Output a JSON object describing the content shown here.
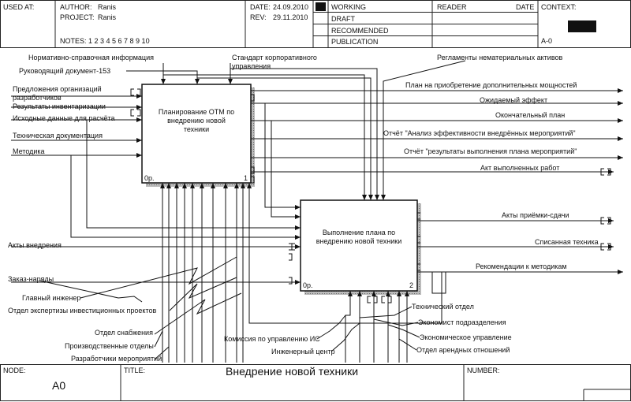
{
  "header": {
    "used_at": "USED AT:",
    "author_label": "AUTHOR:",
    "author": "Ranis",
    "project_label": "PROJECT:",
    "project": "Ranis",
    "notes": "NOTES:  1  2  3  4  5  6  7  8  9  10",
    "date_label": "DATE:",
    "date": "24.09.2010",
    "rev_label": "REV:",
    "rev": "29.11.2010",
    "status": [
      "WORKING",
      "DRAFT",
      "RECOMMENDED",
      "PUBLICATION"
    ],
    "reader": "READER",
    "reader_date": "DATE",
    "context": "CONTEXT:",
    "node_ref": "A-0"
  },
  "boxes": [
    {
      "title": "Планирование ОТМ по внедрению новой техники",
      "cost": "0р.",
      "number": "1"
    },
    {
      "title": "Выполнение плана по внедрению новой техники",
      "cost": "0р.",
      "number": "2"
    }
  ],
  "controls": {
    "normative": "Нормативно-справочная информация",
    "guideline": "Руководящий документ-153",
    "standard": "Стандарт корпоративного управления",
    "regulations": "Регламенты нематериальных активов"
  },
  "inputs": {
    "proposals": "Предложения организаций разработчиков",
    "inventory": "Результаты инвентаризации",
    "source_data": "Исходные данные для расчёта",
    "tech_docs": "Техническая документация",
    "method": "Методика",
    "impl_acts": "Акты внедрения",
    "orders": "Заказ-наряды"
  },
  "outputs": {
    "capacity_plan": "План на приобретение дополнительных мощностей",
    "expected_effect": "Ожидаемый эффект",
    "final_plan": "Окончательный план",
    "report_analysis": "Отчёт \"Анализ эффективности внедрённых мероприятий\"",
    "report_results": "Отчёт \"результаты выполнения плана мероприятий\"",
    "work_act": "Акт выполненных работ",
    "acceptance_acts": "Акты приёмки-сдачи",
    "written_off": "Списанная техника",
    "method_recs": "Рекомендации к методикам"
  },
  "mechanisms": {
    "chief_engineer": "Главный инженер",
    "expertise_dept": "Отдел экспертизы инвестиционных проектов",
    "supply_dept": "Отдел снабжения",
    "production_depts": "Производственные отделы",
    "developers": "Разработчики мероприятий",
    "commission": "Комиссия по управлению ИС",
    "engineering_center": "Инженерный центр",
    "tech_dept": "Технический отдел",
    "division_economist": "Экономист подразделения",
    "economic_mgmt": "Экономическое управление",
    "lease_dept": "Отдел арендных отношений"
  },
  "footer": {
    "node_label": "NODE:",
    "node": "A0",
    "title_label": "TITLE:",
    "title": "Внедрение новой техники",
    "number_label": "NUMBER:"
  }
}
